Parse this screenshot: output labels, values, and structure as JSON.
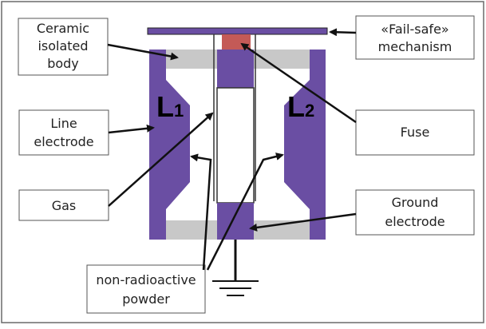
{
  "labels": {
    "ceramic": [
      "Ceramic",
      "isolated",
      "body"
    ],
    "failsafe": [
      "«Fail-safe»",
      "mechanism"
    ],
    "line_electrode": [
      "Line",
      "electrode"
    ],
    "fuse": "Fuse",
    "gas": "Gas",
    "ground_electrode": [
      "Ground",
      "electrode"
    ],
    "powder": [
      "non-radioactive",
      "powder"
    ],
    "l1_letter": "L",
    "l1_sub": "1",
    "l2_letter": "L",
    "l2_sub": "2"
  },
  "colors": {
    "electrode": "#6a4ea3",
    "ceramic": "#c8c8c8",
    "fuse": "#c45a57",
    "outline": "#1a1a1a",
    "background": "#ffffff"
  }
}
